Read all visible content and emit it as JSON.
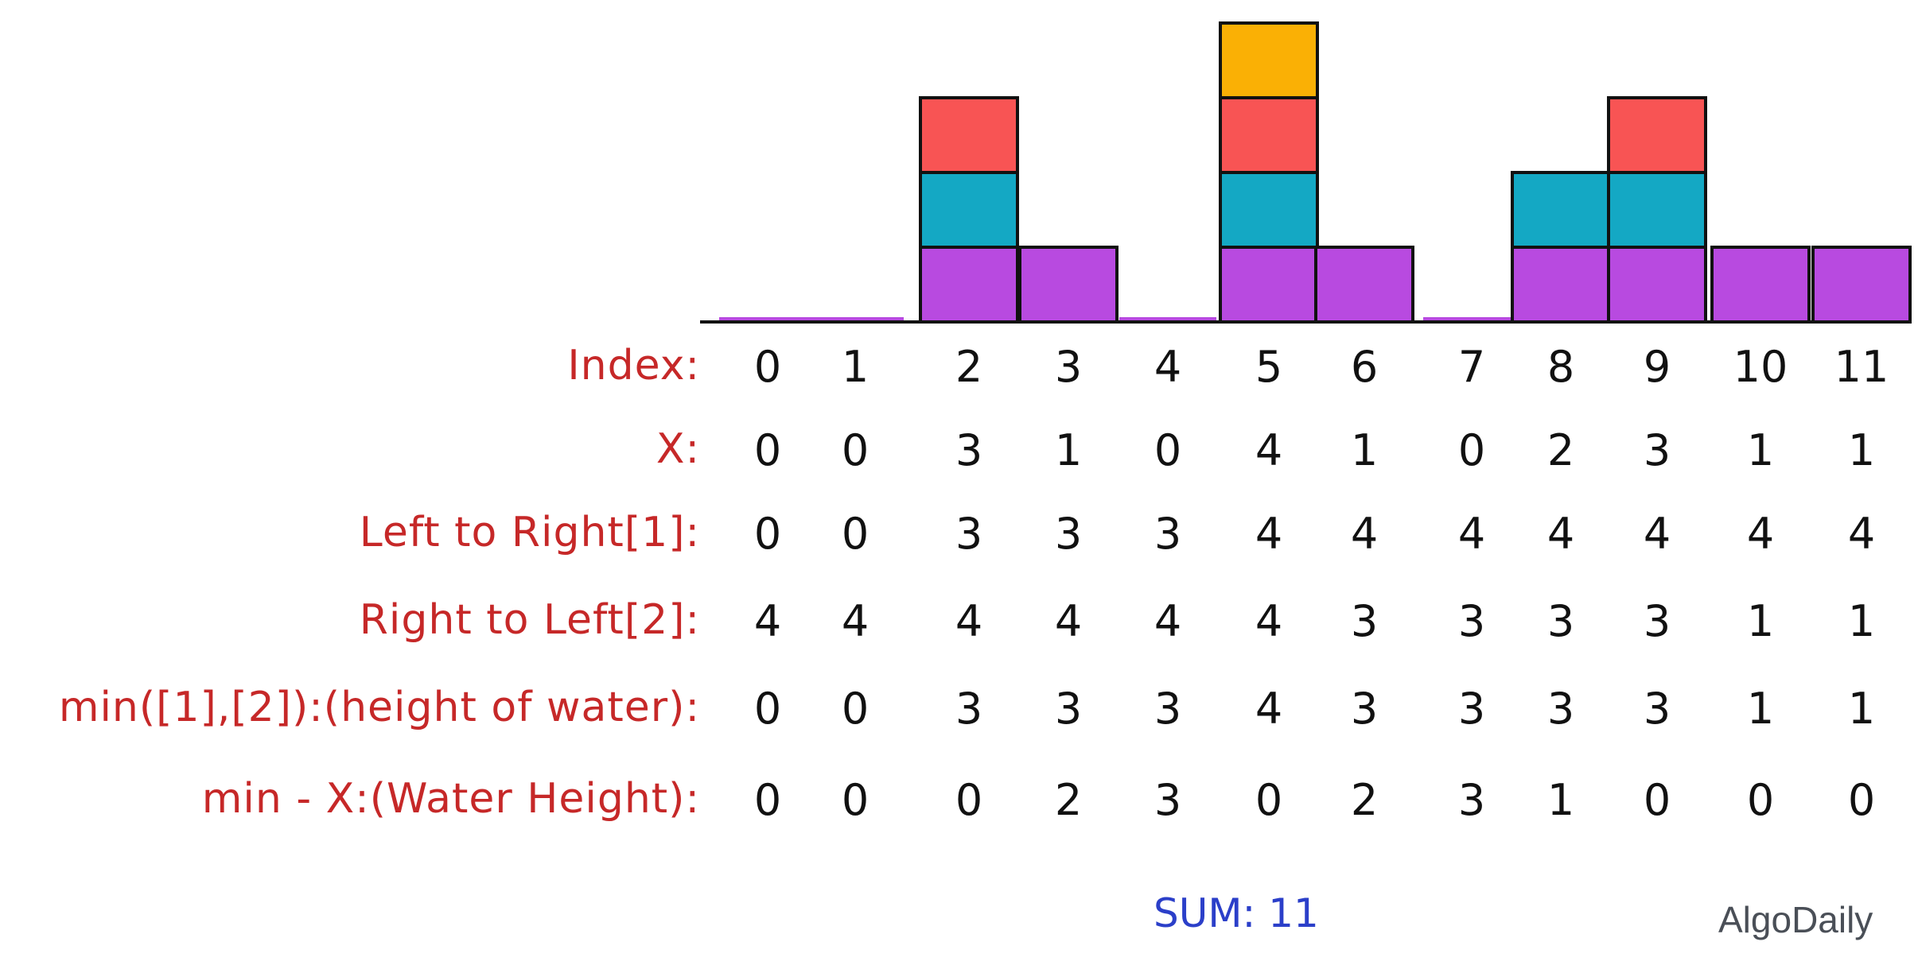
{
  "colors": {
    "purple": "#b84ae0",
    "teal": "#14a8c4",
    "red": "#f85454",
    "orange": "#fab005",
    "label": "#c62828",
    "sum": "#2b3fc9"
  },
  "bars": [
    0,
    0,
    3,
    1,
    0,
    4,
    1,
    0,
    2,
    3,
    1,
    1
  ],
  "rows": [
    {
      "label": "Index:",
      "values": [
        "0",
        "1",
        "2",
        "3",
        "4",
        "5",
        "6",
        "7",
        "8",
        "9",
        "10",
        "11"
      ]
    },
    {
      "label": "X:",
      "values": [
        "0",
        "0",
        "3",
        "1",
        "0",
        "4",
        "1",
        "0",
        "2",
        "3",
        "1",
        "1"
      ]
    },
    {
      "label": "Left to Right[1]:",
      "values": [
        "0",
        "0",
        "3",
        "3",
        "3",
        "4",
        "4",
        "4",
        "4",
        "4",
        "4",
        "4"
      ]
    },
    {
      "label": "Right to Left[2]:",
      "values": [
        "4",
        "4",
        "4",
        "4",
        "4",
        "4",
        "3",
        "3",
        "3",
        "3",
        "1",
        "1"
      ]
    },
    {
      "label": "min([1],[2]):(height of water):",
      "values": [
        "0",
        "0",
        "3",
        "3",
        "3",
        "4",
        "3",
        "3",
        "3",
        "3",
        "1",
        "1"
      ]
    },
    {
      "label": "min - X:(Water Height):",
      "values": [
        "0",
        "0",
        "0",
        "2",
        "3",
        "0",
        "2",
        "3",
        "1",
        "0",
        "0",
        "0"
      ]
    }
  ],
  "sum_text": "SUM: 11",
  "brand": "AlgoDaily"
}
